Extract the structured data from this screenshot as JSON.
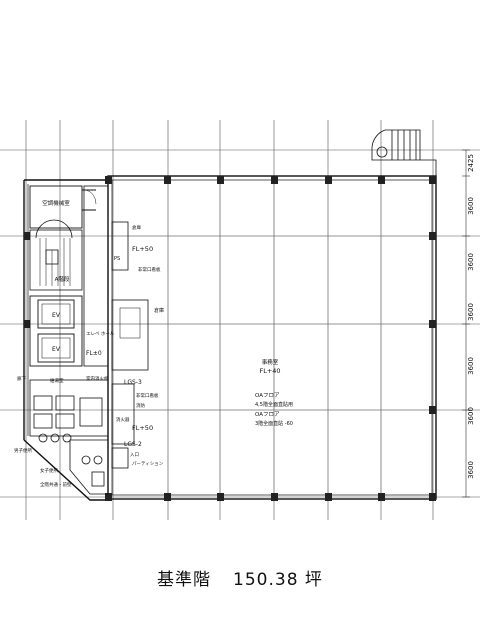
{
  "caption": {
    "floor": "基準階",
    "area": "150.38 坪"
  },
  "dimensions": [
    "2425",
    "3600",
    "3600",
    "3600",
    "3600",
    "3600",
    "3600"
  ],
  "rooms": {
    "office": "事務室",
    "office_level": "FL+40",
    "central_monitor": "空調機械室",
    "ev1": "EV",
    "ev2": "EV",
    "elevator_hall": "エレベ\nホール",
    "ev_level": "FL±0",
    "storage": "倉庫",
    "pipe_shaft": "PS",
    "dept_level": "FL+50",
    "dept_level2": "FL+50",
    "pit": "倉庫",
    "corridor": "廊下",
    "hot_water": "給湯室",
    "lgs1": "LGS-3",
    "lgs2": "LGS-2",
    "partition": "パーティション",
    "mens_wc": "男子便所",
    "womens_wc": "女子便所",
    "pool_note": "全階共通・前壁",
    "oa1_label": "OAフロア",
    "oa1_note": "4,5階全面直貼用",
    "oa2_label": "OAフロア",
    "oa2_note": "3階全面直貼 -60",
    "stair_label": "A階段",
    "fire_shutter": "非常口看板",
    "fire_shutter2": "非常口看板",
    "inside_wall": "室内消火栓",
    "fire_box": "消防",
    "fire_box2": "消火器",
    "entry": "入口"
  }
}
